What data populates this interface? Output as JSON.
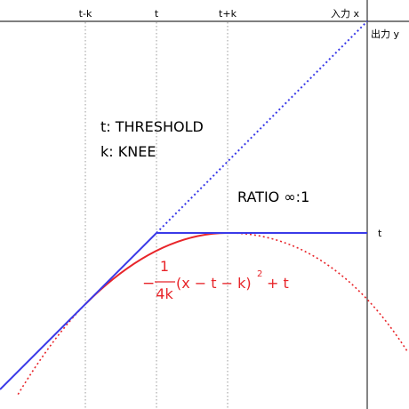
{
  "x_axis": {
    "ticks": [
      "t-k",
      "t",
      "t+k"
    ],
    "label": "入力 x"
  },
  "y_axis": {
    "label": "出力 y"
  },
  "notes": {
    "threshold": "t: THRESHOLD",
    "knee": "k: KNEE",
    "ratio": "RATIO ∞:1"
  },
  "threshold_label": "t",
  "formula": {
    "minus": "−",
    "numerator": "1",
    "denominator": "4k",
    "body": "(x − t − k)",
    "exponent": "2",
    "tail": "+ t"
  },
  "colors": {
    "hard_knee": "#3a3ae8",
    "soft_knee": "#e8252a",
    "grid": "#999999",
    "axis": "#333333"
  }
}
